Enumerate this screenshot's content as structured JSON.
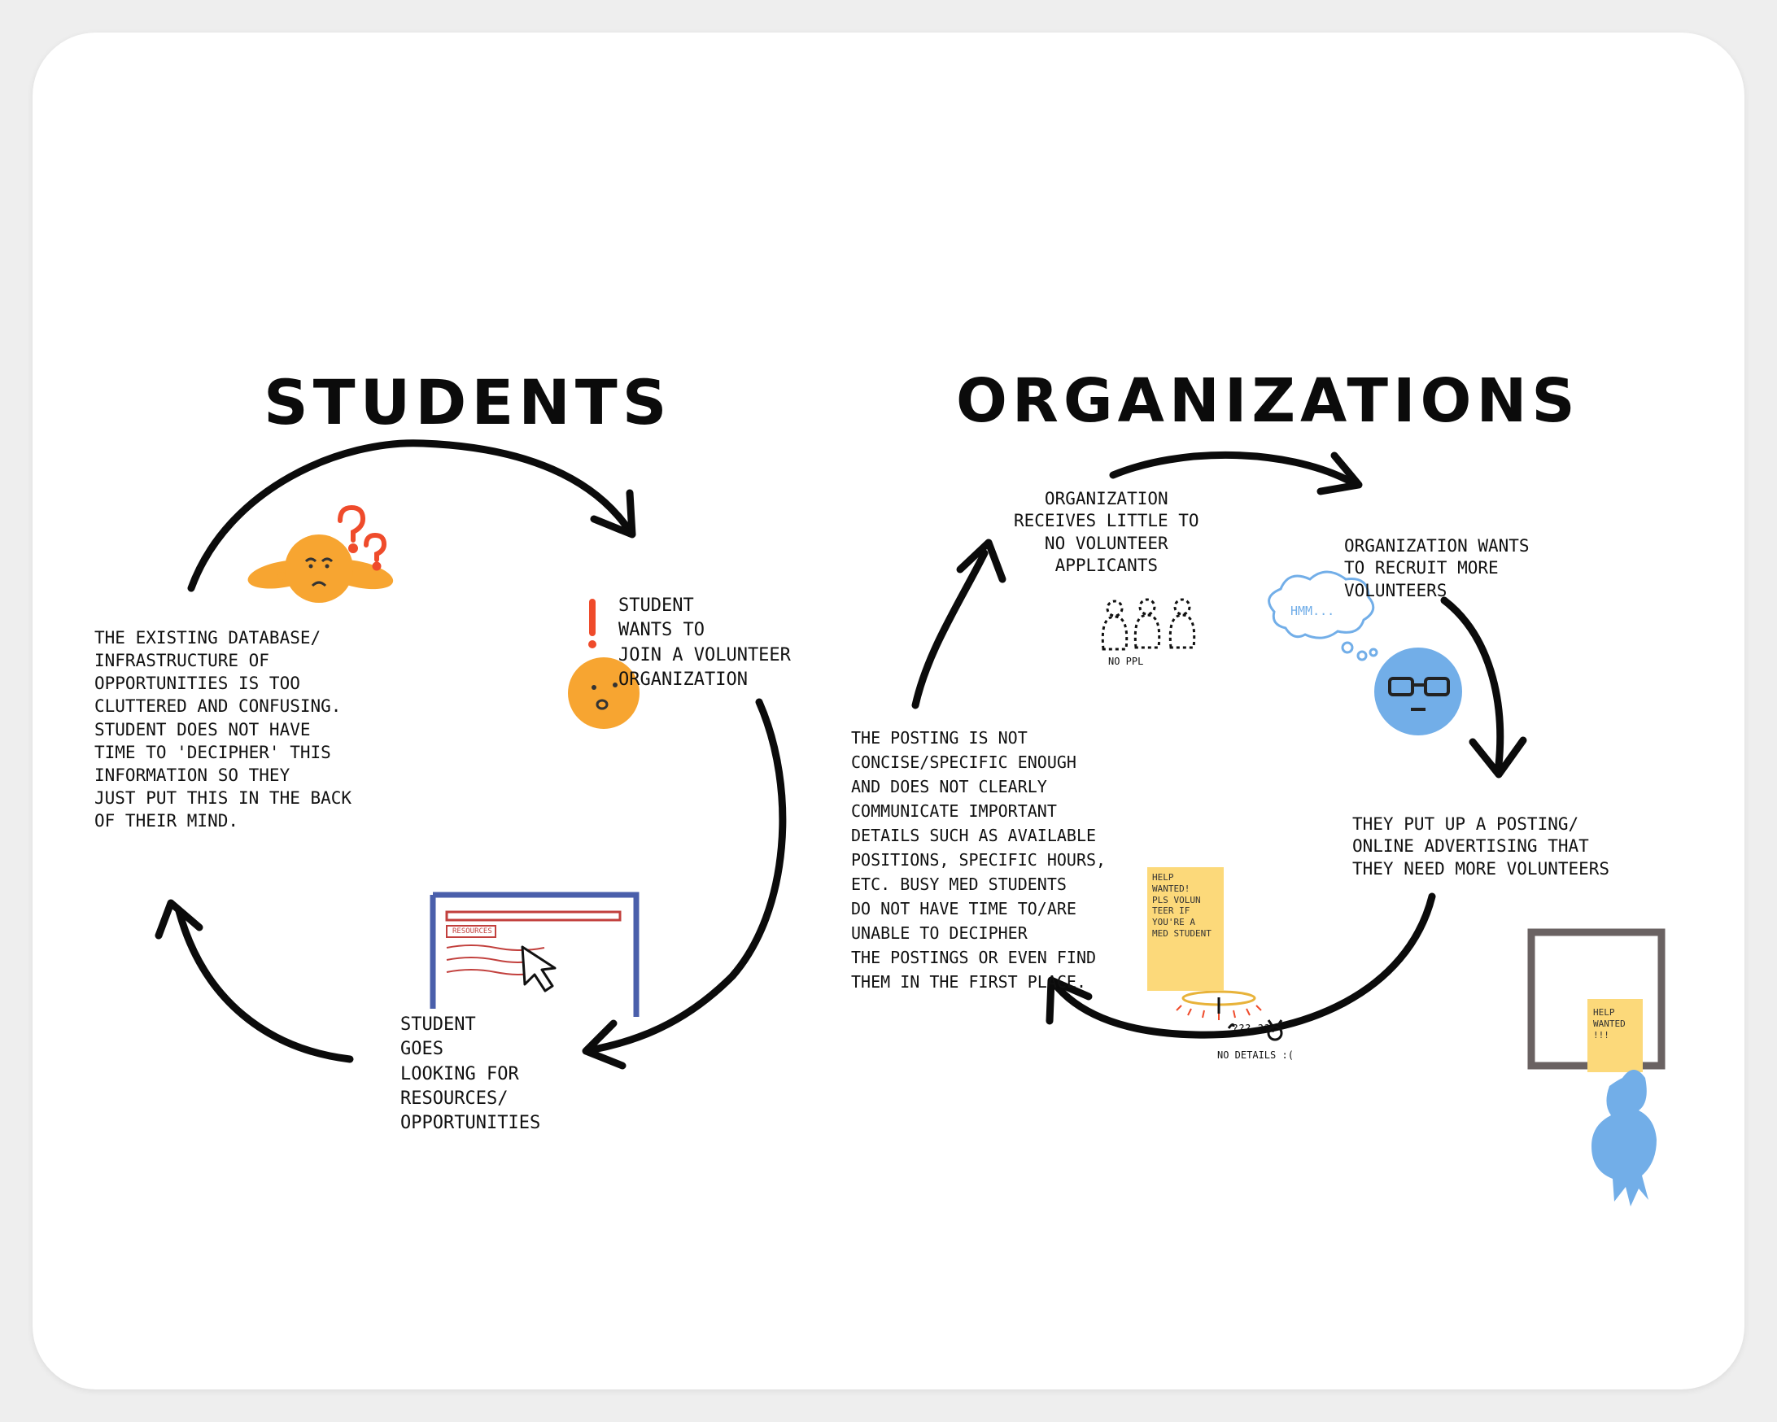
{
  "students": {
    "title": "STUDENTS",
    "step_wants": "STUDENT\nWANTS TO\nJOIN A VOLUNTEER\nORGANIZATION",
    "step_looking": "STUDENT\nGOES\nLOOKING FOR\nRESOURCES/\nOPPORTUNITIES",
    "step_database": "THE EXISTING DATABASE/\nINFRASTRUCTURE OF\nOPPORTUNITIES IS TOO\nCLUTTERED AND CONFUSING.\nSTUDENT DOES NOT HAVE\nTIME TO 'DECIPHER' THIS\nINFORMATION SO THEY\nJUST PUT THIS IN THE BACK\nOF THEIR MIND.",
    "browser_label": "RESOURCES"
  },
  "organizations": {
    "title": "ORGANIZATIONS",
    "step_receives": "ORGANIZATION\nRECEIVES LITTLE TO\nNO VOLUNTEER\nAPPLICANTS",
    "no_ppl": "NO PPL",
    "step_wants": "ORGANIZATION WANTS\nTO RECRUIT MORE\nVOLUNTEERS",
    "thought": "HMM...",
    "step_posting": "THEY PUT UP A POSTING/\nONLINE ADVERTISING THAT\nTHEY NEED MORE VOLUNTEERS",
    "step_unclear": "THE POSTING IS NOT\nCONCISE/SPECIFIC ENOUGH\nAND DOES NOT CLEARLY\nCOMMUNICATE IMPORTANT\nDETAILS SUCH AS AVAILABLE\nPOSITIONS, SPECIFIC HOURS,\nETC. BUSY MED STUDENTS\nDO NOT HAVE TIME TO/ARE\nUNABLE TO DECIPHER\nTHE POSTINGS OR EVEN FIND\nTHEM IN THE FIRST PLACE.",
    "sticky_left": "HELP\nWANTED!\nPLS VOLUN\nTEER IF\nYOU'RE A\nMED STUDENT",
    "sticky_board": "HELP\nWANTED\n!!!",
    "no_details": "NO DETAILS :(",
    "confused_marks": "??? ???"
  },
  "colors": {
    "ink": "#0b0b0b",
    "orange_face": "#f7a531",
    "question_red": "#ef4b2b",
    "blue_face": "#72aee8",
    "sticky_yellow": "#fcd97a",
    "browser_blue": "#4a5fab",
    "browser_red": "#c2403d",
    "board_gray": "#6a6262"
  }
}
